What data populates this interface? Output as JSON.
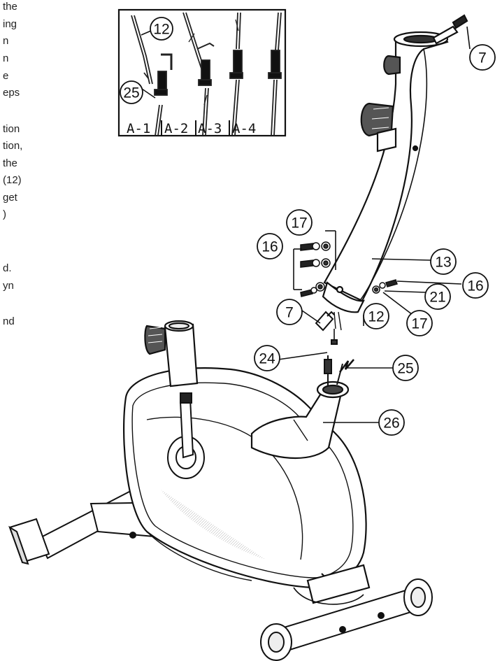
{
  "text_fragments": [
    "the",
    "ing",
    "n",
    "n",
    "e",
    "eps",
    "tion",
    "tion,",
    "the",
    "(12)",
    "get",
    ")",
    "d.",
    "yn",
    "nd"
  ],
  "inset": {
    "steps": [
      "A-1",
      "A-2",
      "A-3",
      "A-4"
    ],
    "callouts": [
      "12",
      "25"
    ]
  },
  "callouts": {
    "handlebar_knob": "7",
    "washer_top": "17",
    "bolt_left": "16",
    "seat_post": "13",
    "bolt_right": "16",
    "curved_washer": "21",
    "cable_connector": "7",
    "upper_cable": "12",
    "washer_bottom": "17",
    "sensor_cable": "24",
    "lower_cable": "25",
    "main_frame": "26"
  }
}
